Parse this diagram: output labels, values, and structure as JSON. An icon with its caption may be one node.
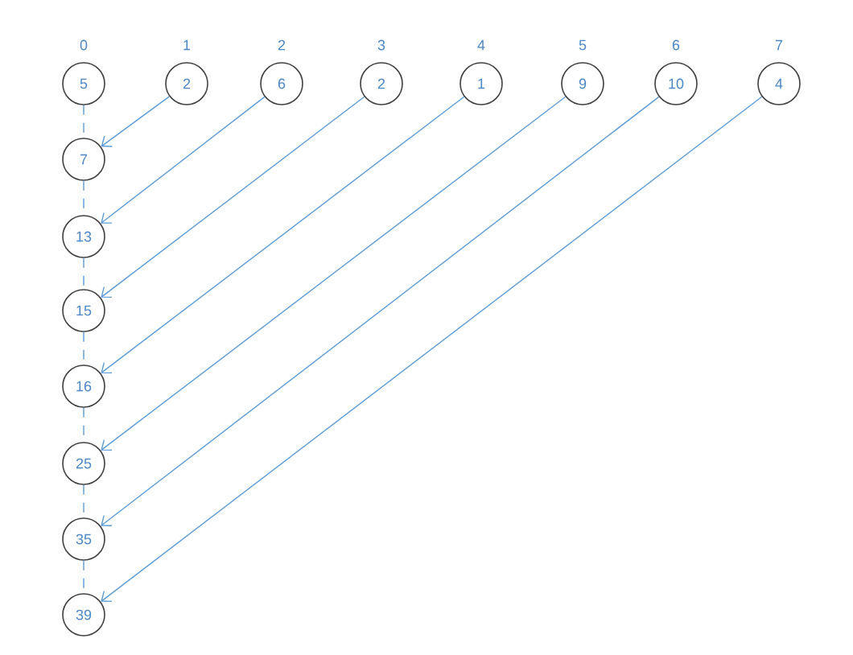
{
  "diagram": {
    "nodes": [
      {
        "text": [
          "5"
        ],
        "beside": [
          "0"
        ]
      },
      {
        "text": [
          "2"
        ],
        "beside": [
          "1"
        ]
      },
      {
        "text": [
          "6"
        ],
        "beside": [
          "2"
        ]
      },
      {
        "text": [
          "2"
        ],
        "beside": [
          "3"
        ]
      },
      {
        "text": [
          "1"
        ],
        "beside": [
          "4"
        ]
      },
      {
        "text": [
          "9"
        ],
        "beside": [
          "5"
        ]
      },
      {
        "text": [
          "10"
        ],
        "beside": [
          "6"
        ]
      },
      {
        "text": [
          "4"
        ],
        "beside": [
          "7"
        ]
      },
      {
        "text": [
          "7"
        ]
      },
      {
        "text": [
          "13"
        ]
      },
      {
        "text": [
          "15"
        ]
      },
      {
        "text": [
          "16"
        ]
      },
      {
        "text": [
          "25"
        ]
      },
      {
        "text": [
          "35"
        ]
      },
      {
        "text": [
          "39"
        ]
      }
    ],
    "edges": [
      {
        "from": 0,
        "to": 8,
        "arrow": "none",
        "style": "dashed"
      },
      {
        "from": 8,
        "to": 9,
        "arrow": "none",
        "style": "dashed"
      },
      {
        "from": 9,
        "to": 10,
        "arrow": "none",
        "style": "dashed"
      },
      {
        "from": 10,
        "to": 11,
        "arrow": "none",
        "style": "dashed"
      },
      {
        "from": 11,
        "to": 12,
        "arrow": "none",
        "style": "dashed"
      },
      {
        "from": 12,
        "to": 13,
        "arrow": "none",
        "style": "dashed"
      },
      {
        "from": 13,
        "to": 14,
        "arrow": "none",
        "style": "dashed"
      },
      {
        "from": 1,
        "to": 8,
        "arrow": "to"
      },
      {
        "from": 2,
        "to": 9,
        "arrow": "to"
      },
      {
        "from": 3,
        "to": 10,
        "arrow": "to"
      },
      {
        "from": 4,
        "to": 11,
        "arrow": "to"
      },
      {
        "from": 5,
        "to": 12,
        "arrow": "to"
      },
      {
        "from": 6,
        "to": 13,
        "arrow": "to"
      },
      {
        "from": 7,
        "to": 14,
        "arrow": "to"
      }
    ]
  }
}
